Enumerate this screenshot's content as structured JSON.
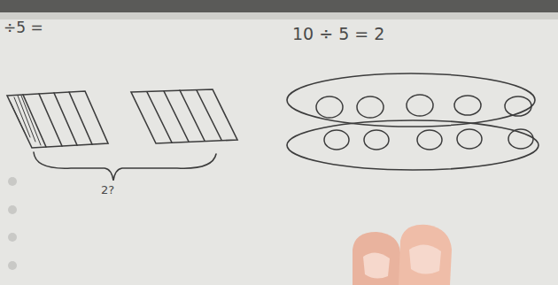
{
  "diagram": {
    "labels": [
      "÷5 =",
      "10 ÷ 5 = 2",
      "2?"
    ]
  }
}
